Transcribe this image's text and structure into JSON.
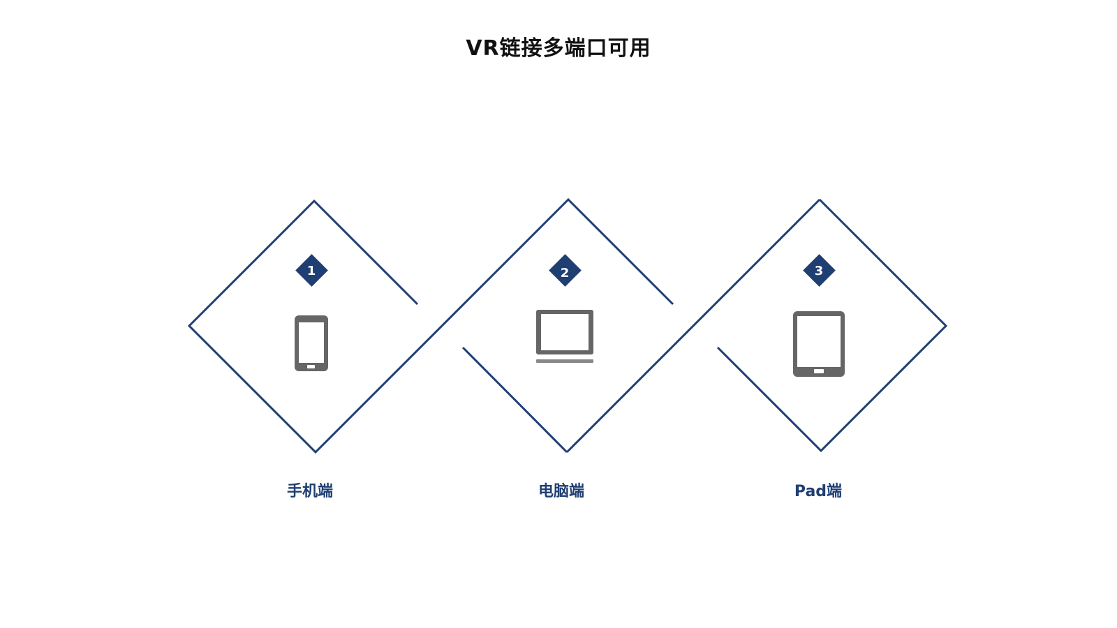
{
  "slide": {
    "title": "VR链接多端口可用"
  },
  "steps": [
    {
      "number": "1",
      "label": "手机端",
      "icon": "smartphone-icon"
    },
    {
      "number": "2",
      "label": "电脑端",
      "icon": "laptop-icon"
    },
    {
      "number": "3",
      "label": "Pad端",
      "icon": "tablet-icon"
    }
  ],
  "colors": {
    "accent": "#1f3f73",
    "icon": "#666666",
    "title": "#111111"
  }
}
